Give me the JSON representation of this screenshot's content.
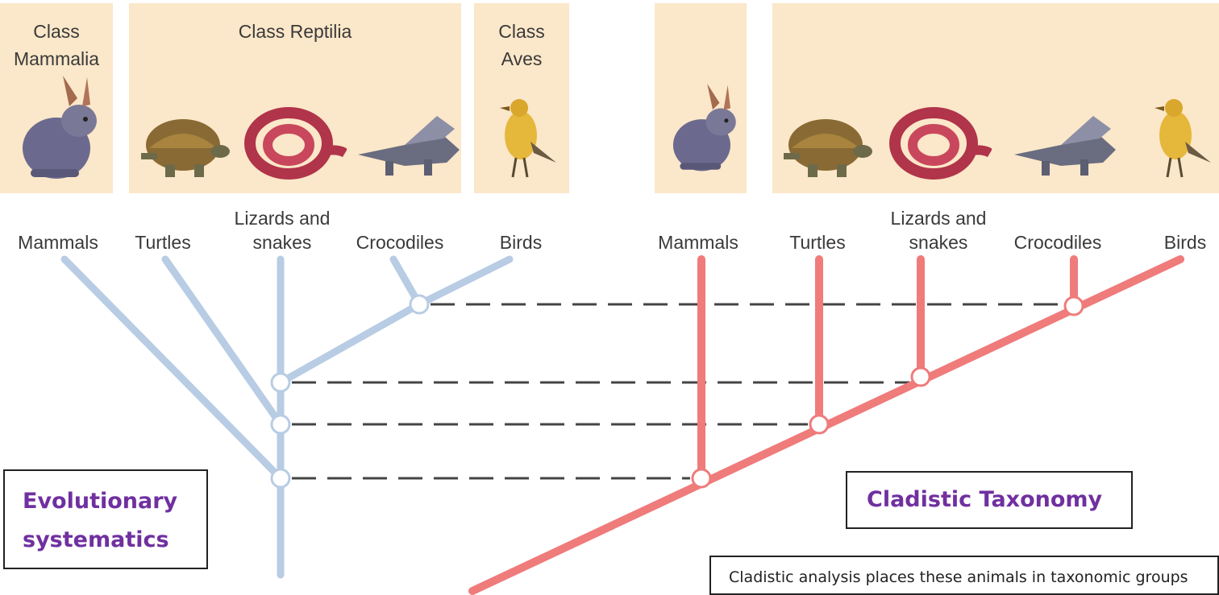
{
  "left_panels": {
    "mammalia": "Class\nMammalia",
    "reptilia": "Class Reptilia",
    "aves": "Class\nAves"
  },
  "left_labels": {
    "mammals": "Mammals",
    "turtles": "Turtles",
    "lizards": "Lizards and\nsnakes",
    "crocodiles": "Crocodiles",
    "birds": "Birds"
  },
  "right_labels": {
    "mammals": "Mammals",
    "turtles": "Turtles",
    "lizards": "Lizards and\nsnakes",
    "crocodiles": "Crocodiles",
    "birds": "Birds"
  },
  "boxes": {
    "evolutionary": "Evolutionary\nsystematics",
    "cladistic": "Cladistic Taxonomy",
    "note": "Cladistic analysis places these animals in taxonomic groups"
  },
  "colors": {
    "evolutionary_tree": "#b8cce4",
    "cladistic_tree": "#ef7b7b",
    "panel_bg": "#fbe7c9",
    "box_text": "#7030a0",
    "dashed": "#444444"
  },
  "icons": [
    "rabbit-icon",
    "turtle-icon",
    "snake-icon",
    "crocodile-icon",
    "bird-icon"
  ]
}
